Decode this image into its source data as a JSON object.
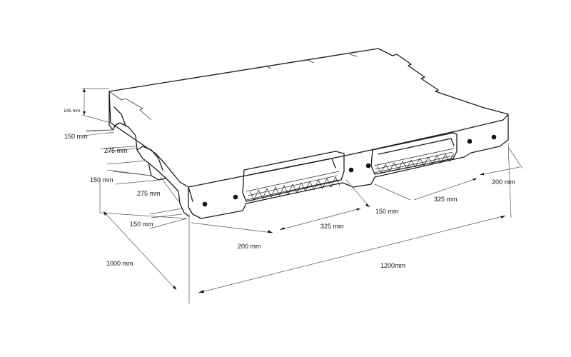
{
  "dimensions": {
    "height": "145 mm",
    "left_upper_150": "150 mm",
    "left_275_upper": "275 mm",
    "left_middle_150": "150 mm",
    "left_275_lower": "275 mm",
    "left_lower_150": "150 mm",
    "front_200": "200 mm",
    "front_325": "325 mm",
    "front_150": "150 mm",
    "right_325": "325 mm",
    "right_200": "200 mm",
    "depth_1000": "1000 mm",
    "length_1200": "1200mm"
  }
}
